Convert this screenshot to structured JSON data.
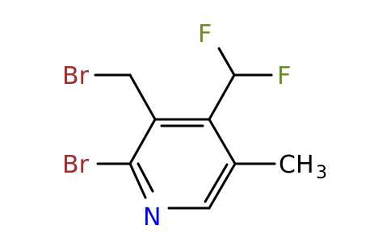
{
  "molecule": {
    "atoms": {
      "br_methyl": "Br",
      "br_ring": "Br",
      "n": "N",
      "f_top": "F",
      "f_right": "F",
      "ch3_main": "CH",
      "ch3_sub": "3"
    },
    "colors": {
      "bromine": "#a52a2a",
      "nitrogen": "#0000ff",
      "fluorine": "#6b8e23",
      "carbon": "#000000"
    }
  }
}
